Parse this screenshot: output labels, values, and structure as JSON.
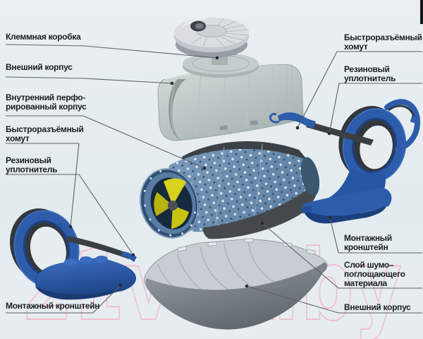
{
  "diagram_title": "",
  "watermark": "21vek.by",
  "labels_left": [
    {
      "id": "terminal-box",
      "line1": "Клеммная коробка"
    },
    {
      "id": "outer-casing-top",
      "line1": "Внешний корпус"
    },
    {
      "id": "inner-perforated-casing",
      "line1": "Внутренний перфо-",
      "line2": "рированный корпус"
    },
    {
      "id": "quick-release-clamp",
      "line1": "Быстроразъёмный",
      "line2": "хомут"
    },
    {
      "id": "rubber-seal",
      "line1": "Резиновый",
      "line2": "уплотнитель"
    },
    {
      "id": "mounting-bracket",
      "line1": "Монтажный кронштейн"
    }
  ],
  "labels_right": [
    {
      "id": "quick-release-clamp",
      "line1": "Быстроразъёмный",
      "line2": "хомут"
    },
    {
      "id": "rubber-seal",
      "line1": "Резиновый",
      "line2": "уплотнитель"
    },
    {
      "id": "mounting-bracket",
      "line1": "Монтажный",
      "line2": "кронштейн"
    },
    {
      "id": "sound-absorbing-layer",
      "line1": "Слой шумо–",
      "line2": "поглощающего",
      "line3": "материала"
    },
    {
      "id": "outer-casing-bottom",
      "line1": "Внешний корпус"
    }
  ],
  "colors": {
    "background": "#e7edf0",
    "label_text": "#1b1d20",
    "leader_line": "#5c6165",
    "clamp_blue": "#2d5cab",
    "rubber_dark": "#35393e",
    "casing_gray": "#b9c4c2",
    "barrel_blue": "#6d8fb3",
    "impeller_yellow": "#d6d21d",
    "watermark_pink": "#f2b8c8"
  }
}
